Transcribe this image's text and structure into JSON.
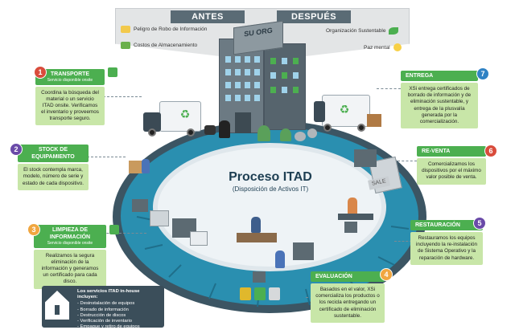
{
  "header": {
    "before_label": "ANTES",
    "after_label": "DESPUÉS",
    "before_items": [
      "Peligro de Robo de Información",
      "Costos de Almacenamiento"
    ],
    "after_items": [
      "Organización Sustentable",
      "Paz mental"
    ],
    "building_sign": "SU ORG"
  },
  "center": {
    "title": "Proceso ITAD",
    "subtitle": "(Disposición de Activos IT)"
  },
  "steps": [
    {
      "number": "1",
      "title": "TRANSPORTE",
      "subtitle": "Servicio disponible onsite",
      "body": "Coordina la búsqueda del material o un servicio ITAD onsite. Verificamos el inventario y proveemos transporte seguro."
    },
    {
      "number": "2",
      "title": "STOCK DE EQUIPAMIENTO",
      "subtitle": "",
      "body": "El stock contempla marca, modelo, número de serie y estado de cada dispositivo."
    },
    {
      "number": "3",
      "title": "LIMPIEZA DE INFORMACIÓN",
      "subtitle": "Servicio disponible onsite",
      "body": "Realizamos la segura eliminación de la información y generamos un certificado para cada disco."
    },
    {
      "number": "4",
      "title": "EVALUACIÓN",
      "subtitle": "",
      "body": "Basados en el valor, XSi comercializa los productos o los recicla entregando un certificado de eliminación sustentable."
    },
    {
      "number": "5",
      "title": "RESTAURACIÓN",
      "subtitle": "",
      "body": "Restauramos los equipos incluyendo la re-instalación de Sistema Operativo y la reparación de hardware."
    },
    {
      "number": "6",
      "title": "RE-VENTA",
      "subtitle": "",
      "body": "Comercializamos los dispositivos por el máximo valor posible de venta."
    },
    {
      "number": "7",
      "title": "ENTREGA",
      "subtitle": "",
      "body": "XSi entrega certificados de borrado de información y de eliminación sustentable, y entrega de la plusvalía generada por la comercialización."
    }
  ],
  "scene": {
    "sale_sign": "SALE"
  },
  "footer": {
    "heading": "Los servicios ITAD in-house incluyen:",
    "items": [
      "- Desinstalación de equipos",
      "- Borrado de información",
      "- Destrucción de discos",
      "- Verificación de inventario",
      "- Empaque y retiro de equipos"
    ]
  },
  "colors": {
    "track_dark": "#3c5563",
    "track_teal": "#2a8fb0",
    "step_green": "#4caf50",
    "step_light": "#c8e6a8",
    "num_red": "#d94c3c",
    "num_purple": "#6a4aa8",
    "num_orange": "#f0a640",
    "num_blue": "#2f82c4"
  }
}
